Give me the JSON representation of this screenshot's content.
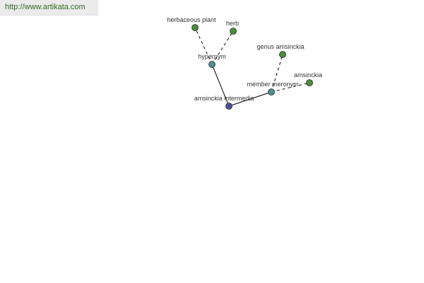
{
  "source_link": {
    "text": "http://www.artikata.com"
  },
  "colors": {
    "root_node": "#4a4f9c",
    "relation_node": "#4d8f95",
    "term_node": "#4a8c3c",
    "edge": "#000000",
    "link_text": "#2e6b1f"
  },
  "graph": {
    "nodes": [
      {
        "id": "root",
        "label": "amsinckia intermedia",
        "kind": "root"
      },
      {
        "id": "hypernym",
        "label": "hypernym",
        "kind": "relation"
      },
      {
        "id": "meronym",
        "label": "member meronym",
        "kind": "relation"
      },
      {
        "id": "herbaceous",
        "label": "herbaceous plant",
        "kind": "term"
      },
      {
        "id": "herb",
        "label": "herb",
        "kind": "term"
      },
      {
        "id": "genus",
        "label": "genus amsinckia",
        "kind": "term"
      },
      {
        "id": "amsinckia",
        "label": "amsinckia",
        "kind": "term"
      }
    ],
    "edges": [
      {
        "from": "root",
        "to": "hypernym",
        "style": "solid"
      },
      {
        "from": "root",
        "to": "meronym",
        "style": "solid"
      },
      {
        "from": "hypernym",
        "to": "herbaceous",
        "style": "dashed"
      },
      {
        "from": "hypernym",
        "to": "herb",
        "style": "dashed"
      },
      {
        "from": "meronym",
        "to": "genus",
        "style": "dashed"
      },
      {
        "from": "meronym",
        "to": "amsinckia",
        "style": "dashed"
      }
    ]
  }
}
